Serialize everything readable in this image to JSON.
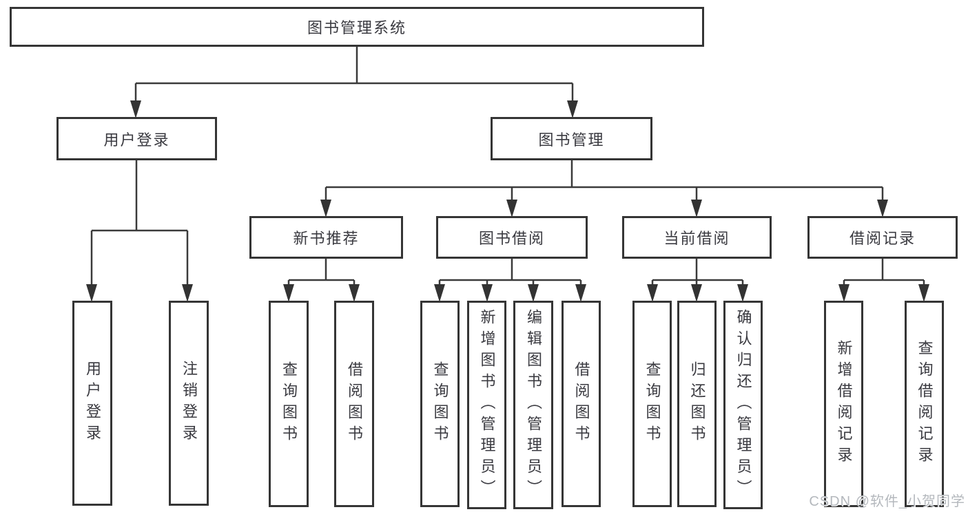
{
  "tree": {
    "label": "图书管理系统",
    "children": [
      {
        "label": "用户登录",
        "children": [
          {
            "label": "用户登录"
          },
          {
            "label": "注销登录"
          }
        ]
      },
      {
        "label": "图书管理",
        "children": [
          {
            "label": "新书推荐",
            "children": [
              {
                "label": "查询图书"
              },
              {
                "label": "借阅图书"
              }
            ]
          },
          {
            "label": "图书借阅",
            "children": [
              {
                "label": "查询图书"
              },
              {
                "label": "新增图书（管理员）"
              },
              {
                "label": "编辑图书（管理员）"
              },
              {
                "label": "借阅图书"
              }
            ]
          },
          {
            "label": "当前借阅",
            "children": [
              {
                "label": "查询图书"
              },
              {
                "label": "归还图书"
              },
              {
                "label": "确认归还（管理员）"
              }
            ]
          },
          {
            "label": "借阅记录",
            "children": [
              {
                "label": "新增借阅记录"
              },
              {
                "label": "查询借阅记录"
              }
            ]
          }
        ]
      }
    ]
  },
  "watermark": {
    "text": "CSDN @软件_小贺同学"
  },
  "colors": {
    "line": "#3a3a3a",
    "border": "#353535",
    "text": "#3a3a40",
    "watermark": "#b4b8bd",
    "background": "#ffffff"
  }
}
